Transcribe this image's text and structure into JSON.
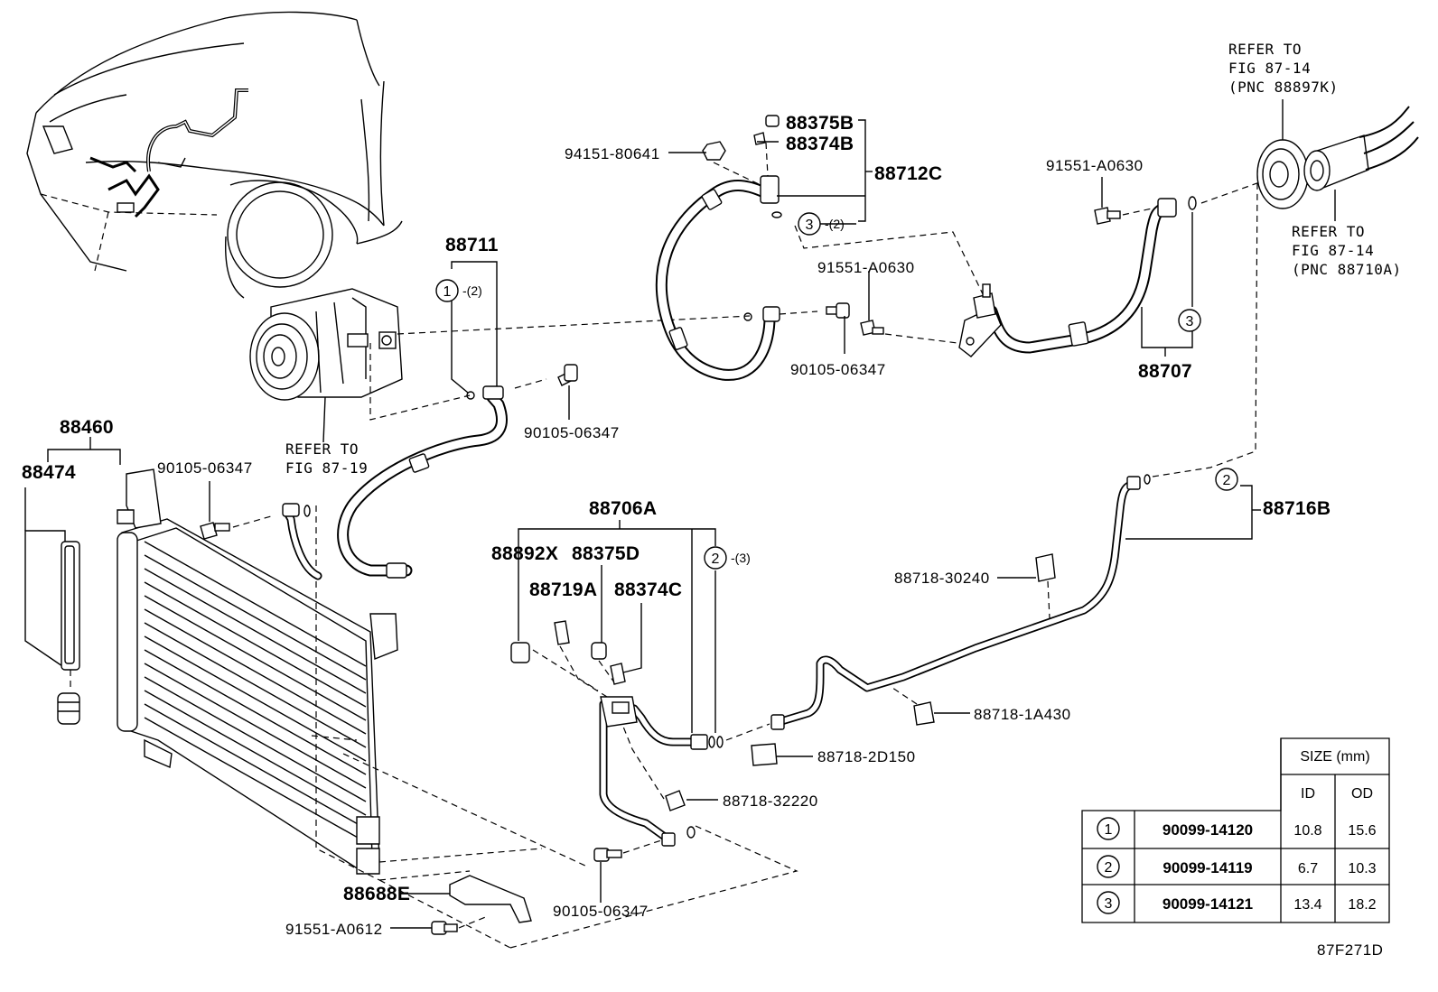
{
  "labels": {
    "p88375B": "88375B",
    "p88374B": "88374B",
    "p88712C": "88712C",
    "p94151": "94151-80641",
    "p91551_top": "91551-A0630",
    "p91551_mid": "91551-A0630",
    "p90105_mid": "90105-06347",
    "p90105_comp": "90105-06347",
    "p90105_cond": "90105-06347",
    "p90105_bot": "90105-06347",
    "p88711": "88711",
    "p88707": "88707",
    "p88460": "88460",
    "p88474": "88474",
    "p88706A": "88706A",
    "p88892X": "88892X",
    "p88375D": "88375D",
    "p88719A": "88719A",
    "p88374C": "88374C",
    "p88716B": "88716B",
    "p88718_30240": "88718-30240",
    "p88718_1A430": "88718-1A430",
    "p88718_2D150": "88718-2D150",
    "p88718_32220": "88718-32220",
    "p88688E": "88688E",
    "p91551_A0612": "91551-A0612",
    "qty_3_2": "-(2)",
    "qty_1_2": "-(2)",
    "qty_2_3": "-(3)"
  },
  "refs": {
    "ref_comp_l1": "REFER TO",
    "ref_comp_l2": "FIG 87-19",
    "ref_top_l1": "REFER TO",
    "ref_top_l2": "FIG 87-14",
    "ref_top_l3": "(PNC 88897K)",
    "ref_right_l1": "REFER TO",
    "ref_right_l2": "FIG 87-14",
    "ref_right_l3": "(PNC 88710A)"
  },
  "markers": {
    "m1": "1",
    "m2a": "2",
    "m2b": "2",
    "m3a": "3",
    "m3b": "3"
  },
  "table": {
    "size_header": "SIZE (mm)",
    "id_header": "ID",
    "od_header": "OD",
    "rows": [
      {
        "marker": "1",
        "part": "90099-14120",
        "id": "10.8",
        "od": "15.6"
      },
      {
        "marker": "2",
        "part": "90099-14119",
        "id": "6.7",
        "od": "10.3"
      },
      {
        "marker": "3",
        "part": "90099-14121",
        "id": "13.4",
        "od": "18.2"
      }
    ]
  },
  "figure_code": "87F271D"
}
